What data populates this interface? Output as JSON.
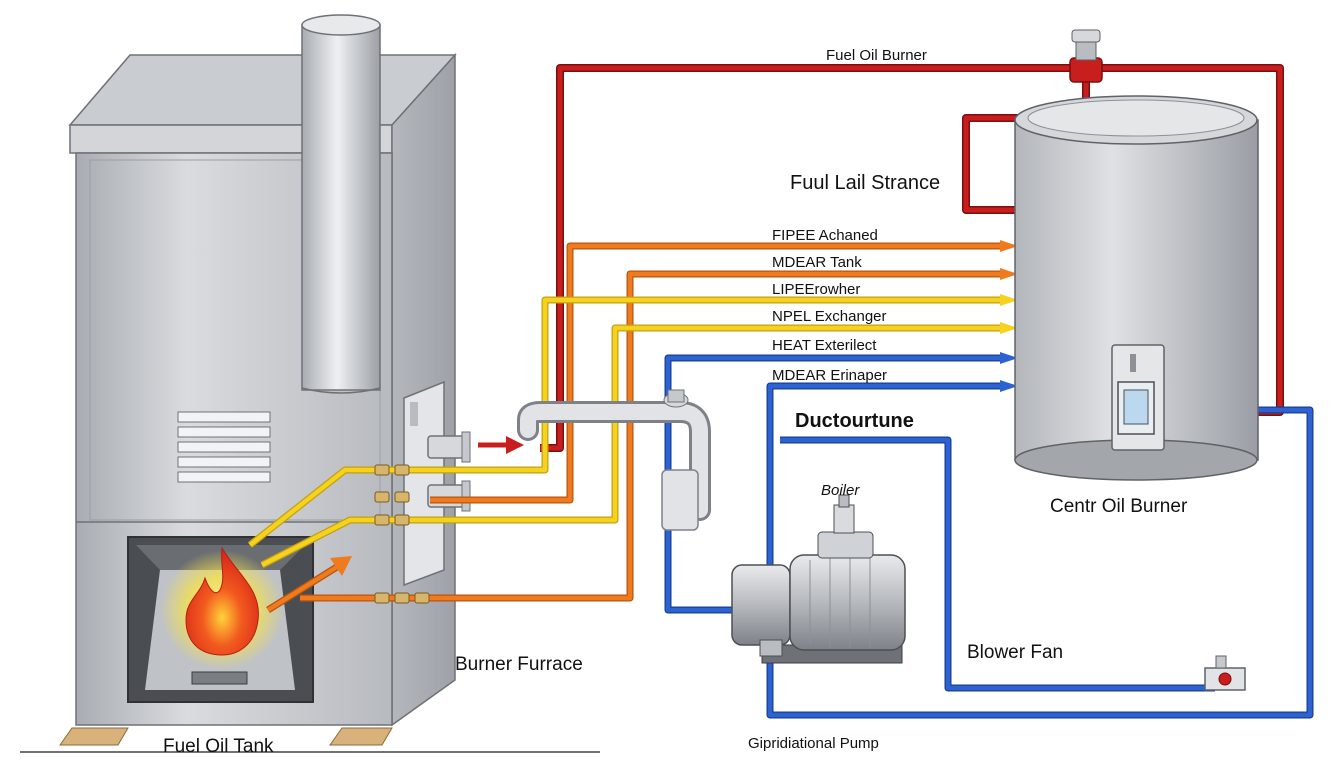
{
  "labels": {
    "fuel_oil_burner_top": "Fuel Oil Burner",
    "fuul_lail_strance": "Fuul Lail Strance",
    "pipe_labels": [
      "FIPEE Achaned",
      "MDEAR Tank",
      "LIPEErowher",
      "NPEL Exchanger",
      "HEAT Exterilect",
      "MDEAR Erinaper"
    ],
    "ductourtune": "Ductourtune",
    "boiler": "Boiler",
    "centr_oil_burner": "Centr Oil Burner",
    "burner_furrace": "Burner Furrace",
    "blower_fan": "Blower Fan",
    "fuel_oil_tank": "Fuel Oil Tank",
    "gipridiational_pump": "Gipridiational Pump"
  },
  "colors": {
    "red_pipe": "#c81e1e",
    "orange_pipe": "#f07a1e",
    "yellow_pipe": "#f5d21e",
    "blue_pipe": "#2d62d2",
    "metal_light": "#dcdde0",
    "metal_mid": "#b9bcc1",
    "metal_dark": "#8d9197",
    "flame_core": "#e8321c",
    "flame_glow": "#fff38a"
  },
  "icons": [
    "flame-icon",
    "arrow-right-icon",
    "valve-icon",
    "thermostat-icon",
    "motor-icon"
  ]
}
